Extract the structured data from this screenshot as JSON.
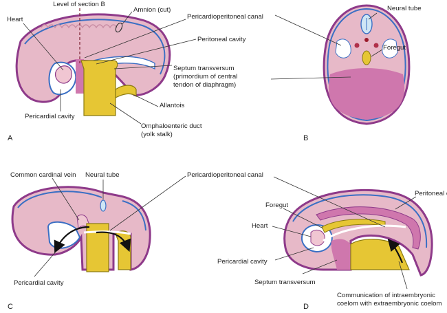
{
  "panel_a": {
    "letter": "A",
    "level_of_section": "Level of section B",
    "heart": "Heart",
    "amnion": "Amnion (cut)",
    "pericardioperitoneal_canal": "Pericardioperitoneal canal",
    "peritoneal_cavity": "Peritoneal cavity",
    "septum_line1": "Septum transversum",
    "septum_line2": "(primordium of central",
    "septum_line3": "tendon of diaphragm)",
    "allantois": "Allantois",
    "pericardial_cavity": "Pericardial cavity",
    "omphalo_line1": "Omphaloenteric duct",
    "omphalo_line2": "(yolk stalk)"
  },
  "panel_b": {
    "letter": "B",
    "neural_tube": "Neural tube",
    "foregut": "Foregut"
  },
  "panel_c": {
    "letter": "C",
    "common_cardinal_vein": "Common cardinal vein",
    "neural_tube": "Neural tube",
    "pericardioperitoneal_canal": "Pericardioperitoneal canal",
    "pericardial_cavity": "Pericardial cavity"
  },
  "panel_d": {
    "letter": "D",
    "peritoneal_cavity": "Peritoneal cavity",
    "foregut": "Foregut",
    "heart": "Heart",
    "pericardial_cavity": "Pericardial cavity",
    "septum_transversum": "Septum transversum",
    "comm_line1": "Communication of intraembryonic",
    "comm_line2": "coelom with extraembryonic coelom"
  },
  "colors": {
    "outline_purple": "#8e3a8a",
    "outline_blue": "#3a6fc4",
    "tissue_pink": "#e7b9c8",
    "tissue_light": "#f3d7df",
    "septum_magenta": "#cf77ad",
    "yolk_yellow": "#e6c634",
    "leader": "#333333"
  }
}
